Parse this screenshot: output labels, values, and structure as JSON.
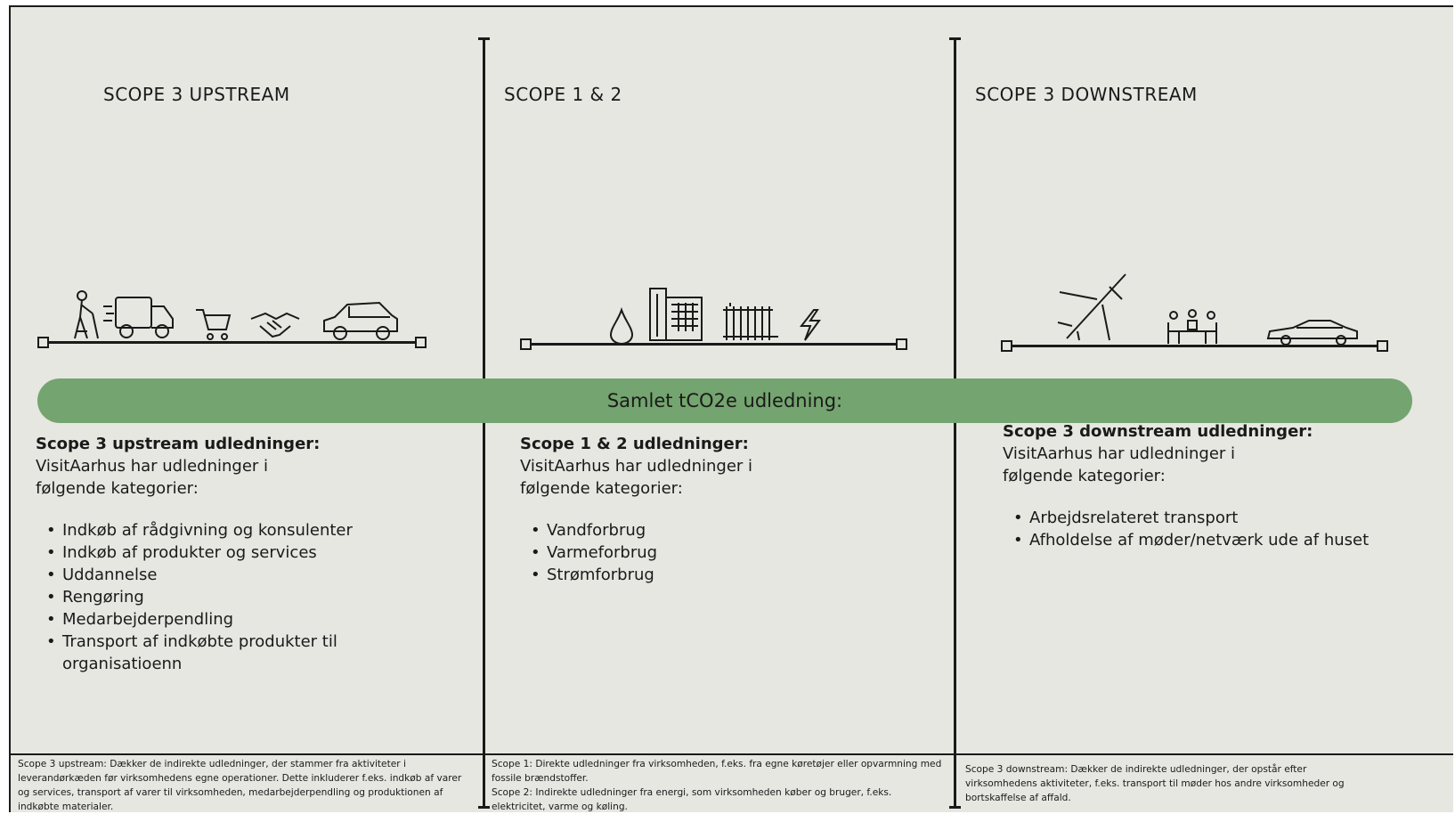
{
  "scopes": [
    {
      "title": "SCOPE 3 UPSTREAM"
    },
    {
      "title": "SCOPE 1 & 2"
    },
    {
      "title": "SCOPE 3 DOWNSTREAM"
    }
  ],
  "total_label": "Samlet tCO2e udledning:",
  "columns": [
    {
      "heading": "Scope 3 upstream udledninger:",
      "intro": "VisitAarhus har udledninger i følgende kategorier:",
      "items": [
        "Indkøb af rådgivning og konsulenter",
        "Indkøb af produkter og services",
        "Uddannelse",
        "Rengøring",
        "Medarbejderpendling",
        "Transport af indkøbte produkter til organisatioenn"
      ]
    },
    {
      "heading": "Scope 1 & 2 udledninger:",
      "intro": "VisitAarhus har udledninger i følgende kategorier:",
      "items": [
        "Vandforbrug",
        "Varmeforbrug",
        "Strømforbrug"
      ]
    },
    {
      "heading": "Scope 3 downstream udledninger:",
      "intro": "VisitAarhus har udledninger i følgende kategorier:",
      "items": [
        "Arbejdsrelateret transport",
        "Afholdelse af møder/netværk ude af huset"
      ]
    }
  ],
  "footnotes": [
    "Scope 3 upstream: Dækker de indirekte udledninger, der stammer fra aktiviteter i leverandørkæden før virksomhedens egne operationer. Dette inkluderer f.eks. indkøb af varer og services, transport af varer til virksomheden, medarbejderpendling og produktionen af indkøbte materialer.",
    "Scope 1: Direkte udledninger fra virksomheden, f.eks. fra egne køretøjer eller opvarmning med fossile brændstoffer.",
    "Scope 2: Indirekte udledninger fra energi, som virksomheden køber og bruger, f.eks. elektricitet, varme og køling.",
    "Scope 3 downstream: Dækker de indirekte udledninger, der opstår efter virksomhedens aktiviteter, f.eks. transport til møder hos andre virksomheder og bortskaffelse af affald."
  ],
  "icons": {
    "upstream": [
      "cleaner-icon",
      "delivery-truck-icon",
      "shopping-cart-icon",
      "handshake-icon",
      "car-icon"
    ],
    "scope12": [
      "water-drop-icon",
      "office-building-icon",
      "radiator-icon",
      "lightning-icon"
    ],
    "downstream": [
      "airplane-icon",
      "meeting-icon",
      "car-icon"
    ]
  },
  "colors": {
    "background": "#e6e7e1",
    "total_bar": "#74a46f",
    "line": "#1a1a1a"
  }
}
